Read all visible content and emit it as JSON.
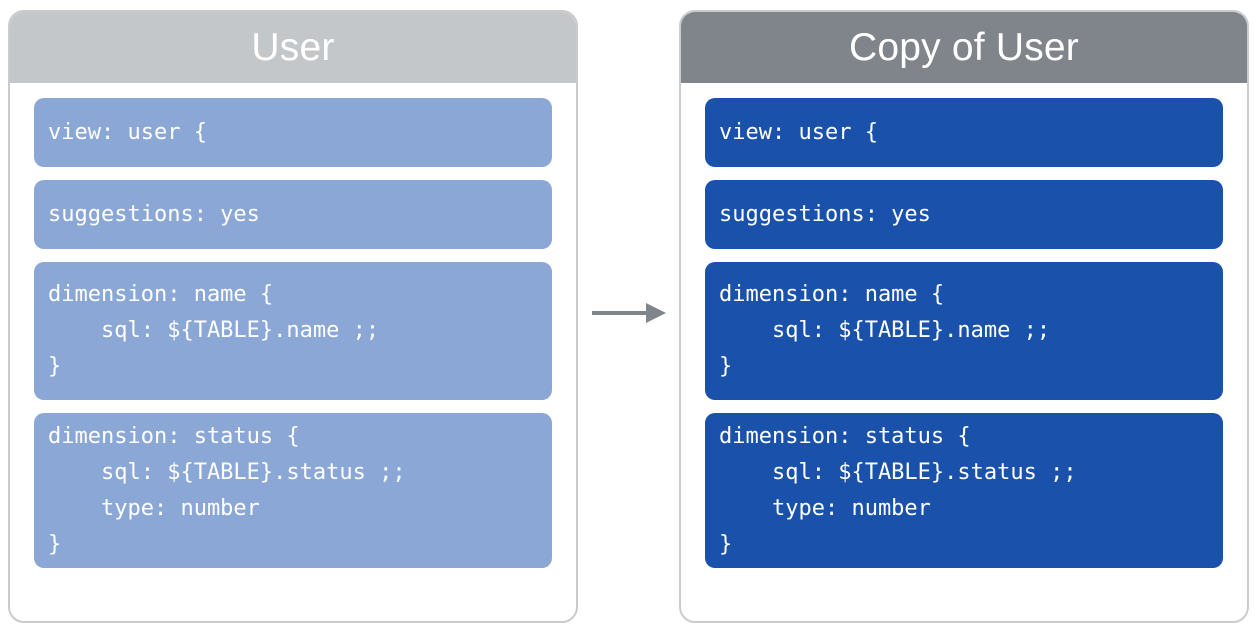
{
  "diagram": {
    "arrow_icon": "arrow-right-icon",
    "arrow_color": "#80858c"
  },
  "panels": [
    {
      "id": "source",
      "title": "User",
      "header_color": "#c4c7ca",
      "block_color": "#8ba7d6",
      "blocks": [
        {
          "name": "view-declaration",
          "lines": [
            "view: user {"
          ]
        },
        {
          "name": "suggestions-parameter",
          "lines": [
            "suggestions: yes"
          ]
        },
        {
          "name": "dimension-name",
          "lines": [
            "dimension: name {",
            "    sql: ${TABLE}.name ;;",
            "}"
          ]
        },
        {
          "name": "dimension-status",
          "lines": [
            "dimension: status {",
            "    sql: ${TABLE}.status ;;",
            "    type: number",
            "}"
          ]
        }
      ]
    },
    {
      "id": "copy",
      "title": "Copy of User",
      "header_color": "#80858c",
      "block_color": "#1a52ab",
      "blocks": [
        {
          "name": "view-declaration",
          "lines": [
            "view: user {"
          ]
        },
        {
          "name": "suggestions-parameter",
          "lines": [
            "suggestions: yes"
          ]
        },
        {
          "name": "dimension-name",
          "lines": [
            "dimension: name {",
            "    sql: ${TABLE}.name ;;",
            "}"
          ]
        },
        {
          "name": "dimension-status",
          "lines": [
            "dimension: status {",
            "    sql: ${TABLE}.status ;;",
            "    type: number",
            "}"
          ]
        }
      ]
    }
  ]
}
